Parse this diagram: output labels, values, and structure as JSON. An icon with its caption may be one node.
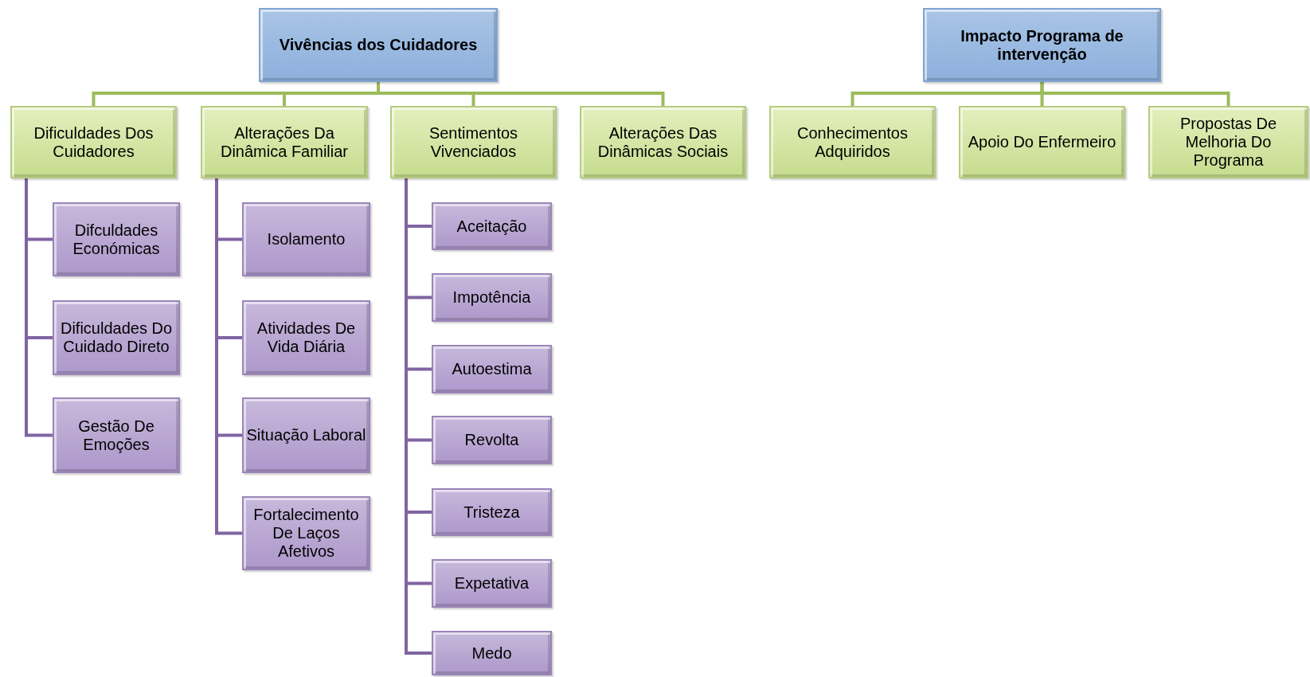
{
  "diagram": {
    "nodes": [
      {
        "text": [
          "Vivências dos Cuidadores"
        ]
      },
      {
        "text": [
          "Impacto Programa de intervenção"
        ]
      },
      {
        "text": [
          "Dificuldades Dos Cuidadores"
        ]
      },
      {
        "text": [
          "Alterações Da Dinâmica Familiar"
        ]
      },
      {
        "text": [
          "Sentimentos Vivenciados"
        ]
      },
      {
        "text": [
          "Alterações Das Dinâmicas Sociais"
        ]
      },
      {
        "text": [
          "Conhecimentos Adquiridos"
        ]
      },
      {
        "text": [
          "Apoio Do Enfermeiro"
        ]
      },
      {
        "text": [
          "Propostas De Melhoria Do Programa"
        ]
      },
      {
        "text": [
          "Difculdades Económicas"
        ]
      },
      {
        "text": [
          "Dificuldades Do Cuidado Direto"
        ]
      },
      {
        "text": [
          "Gestão De Emoções"
        ]
      },
      {
        "text": [
          "Isolamento"
        ]
      },
      {
        "text": [
          "Atividades De Vida Diária"
        ]
      },
      {
        "text": [
          "Situação Laboral"
        ]
      },
      {
        "text": [
          "Fortalecimento De Laços Afetivos"
        ]
      },
      {
        "text": [
          "Aceitação"
        ]
      },
      {
        "text": [
          "Impotência"
        ]
      },
      {
        "text": [
          "Autoestima"
        ]
      },
      {
        "text": [
          "Revolta"
        ]
      },
      {
        "text": [
          "Tristeza"
        ]
      },
      {
        "text": [
          "Expetativa"
        ]
      },
      {
        "text": [
          "Medo"
        ]
      }
    ],
    "edges": [
      {
        "from": 0,
        "to": 2,
        "arrow": "none",
        "color": "#9bbb59"
      },
      {
        "from": 0,
        "to": 3,
        "arrow": "none",
        "color": "#9bbb59"
      },
      {
        "from": 0,
        "to": 4,
        "arrow": "none",
        "color": "#9bbb59"
      },
      {
        "from": 0,
        "to": 5,
        "arrow": "none",
        "color": "#9bbb59"
      },
      {
        "from": 1,
        "to": 6,
        "arrow": "none",
        "color": "#9bbb59"
      },
      {
        "from": 1,
        "to": 7,
        "arrow": "none",
        "color": "#9bbb59"
      },
      {
        "from": 1,
        "to": 8,
        "arrow": "none",
        "color": "#9bbb59"
      },
      {
        "from": 2,
        "to": 9,
        "arrow": "none"
      },
      {
        "from": 2,
        "to": 10,
        "arrow": "none"
      },
      {
        "from": 2,
        "to": 11,
        "arrow": "none"
      },
      {
        "from": 3,
        "to": 12,
        "arrow": "none"
      },
      {
        "from": 3,
        "to": 13,
        "arrow": "none"
      },
      {
        "from": 3,
        "to": 14,
        "arrow": "none"
      },
      {
        "from": 3,
        "to": 15,
        "arrow": "none"
      },
      {
        "from": 4,
        "to": 16,
        "arrow": "none"
      },
      {
        "from": 4,
        "to": 17,
        "arrow": "none"
      },
      {
        "from": 4,
        "to": 18,
        "arrow": "none"
      },
      {
        "from": 4,
        "to": 19,
        "arrow": "none"
      },
      {
        "from": 4,
        "to": 20,
        "arrow": "none"
      },
      {
        "from": 4,
        "to": 21,
        "arrow": "none"
      },
      {
        "from": 4,
        "to": 22,
        "arrow": "none"
      }
    ]
  }
}
